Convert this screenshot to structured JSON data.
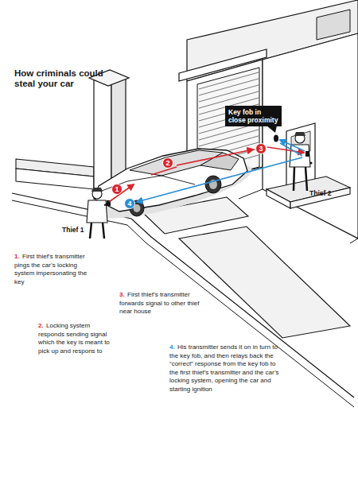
{
  "diagram": {
    "title": "How criminals could steal your car",
    "nodes": [
      {
        "text": [
          "Key fob in close proximity"
        ]
      },
      {
        "text": [
          "3"
        ]
      },
      {
        "text": [
          "2"
        ]
      },
      {
        "text": [
          "1"
        ]
      },
      {
        "text": [
          "4"
        ]
      }
    ],
    "labels": [
      "Thief 2",
      "Thief 1",
      "1.",
      "First thief’s transmitter pings the car’s locking system impersonating the key",
      "3.",
      "First thief’s transmitter forwards signal to other thief near house",
      "2.",
      "Locking system responds sending signal which the key is meant to pick up and respons to",
      "4.",
      "His transmitter sends it on in turn to the key fob, and then relays back the “correct” response from the key fob to the first thief’s transmitter and the car’s locking system, opening the car and starting ignition"
    ]
  }
}
